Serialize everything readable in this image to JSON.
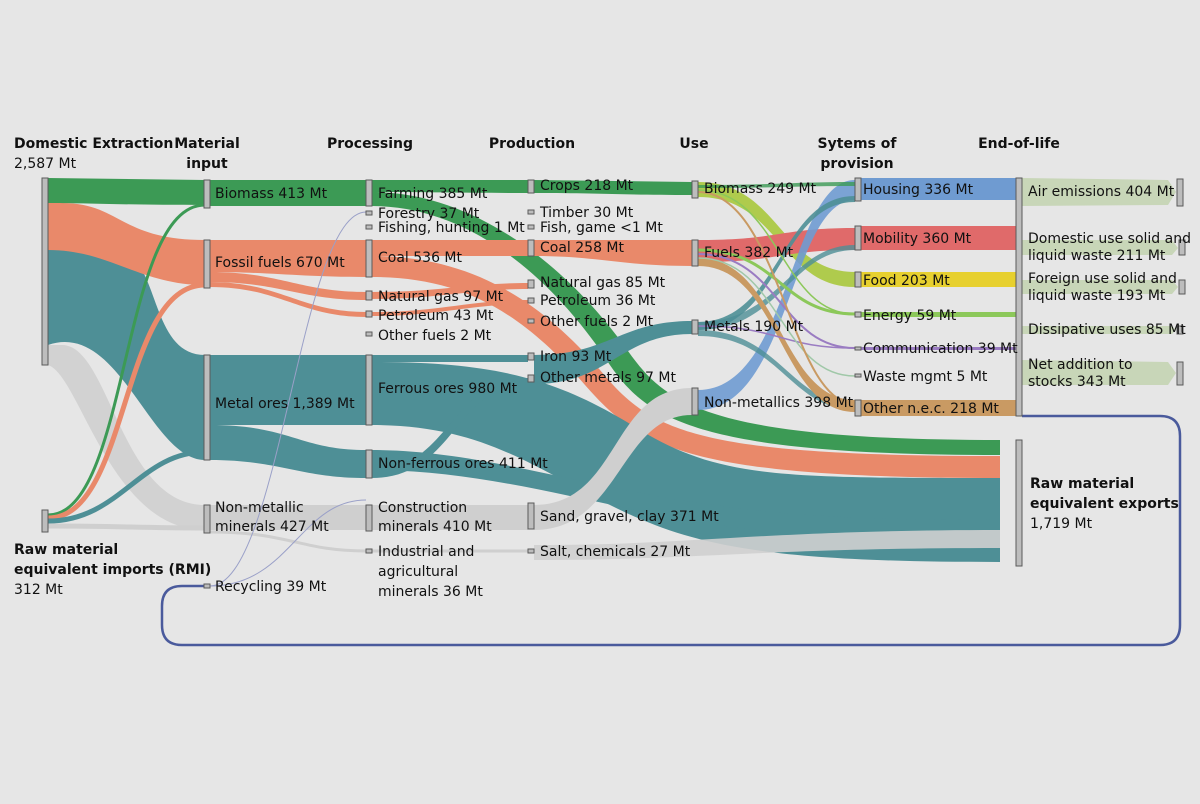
{
  "headers": {
    "domestic_extraction": "Domestic Extraction",
    "domestic_extraction_value": "2,587 Mt",
    "material_input_1": "Material",
    "material_input_2": "input",
    "processing": "Processing",
    "production": "Production",
    "use": "Use",
    "systems_1": "Sytems of",
    "systems_2": "provision",
    "end_of_life": "End-of-life"
  },
  "imports": {
    "line1": "Raw material",
    "line2": "equivalent imports (RMI)",
    "value": "312 Mt"
  },
  "material_input": {
    "biomass": "Biomass 413 Mt",
    "fossil": "Fossil fuels 670 Mt",
    "metal": "Metal ores 1,389 Mt",
    "nonmet_1": "Non-metallic",
    "nonmet_2": "minerals 427 Mt",
    "recycling": "Recycling 39 Mt"
  },
  "processing": {
    "farming": "Farming 385 Mt",
    "forestry": "Forestry 37 Mt",
    "fishing": "Fishing, hunting 1 Mt",
    "coal": "Coal 536 Mt",
    "natgas": "Natural gas 97 Mt",
    "petroleum": "Petroleum 43 Mt",
    "otherfuels": "Other fuels 2 Mt",
    "ferrous": "Ferrous ores 980 Mt",
    "nonferrous": "Non-ferrous ores 411 Mt",
    "construction_1": "Construction",
    "construction_2": "minerals 410 Mt",
    "industrial_1": "Industrial and",
    "industrial_2": "agricultural",
    "industrial_3": "minerals 36 Mt"
  },
  "production": {
    "crops": "Crops 218 Mt",
    "timber": "Timber 30 Mt",
    "fish": "Fish, game <1 Mt",
    "coal": "Coal 258 Mt",
    "natgas": "Natural gas 85 Mt",
    "petroleum": "Petroleum 36 Mt",
    "otherfuels": "Other fuels 2 Mt",
    "iron": "Iron 93 Mt",
    "othermetals": "Other metals 97 Mt",
    "sand": "Sand, gravel, clay 371 Mt",
    "salt": "Salt, chemicals 27 Mt"
  },
  "use": {
    "biomass": "Biomass 249 Mt",
    "fuels": "Fuels 382 Mt",
    "metals": "Metals 190 Mt",
    "nonmetallics": "Non-metallics 398 Mt"
  },
  "systems": {
    "housing": "Housing 336 Mt",
    "mobility": "Mobility 360 Mt",
    "food": "Food 203 Mt",
    "energy": "Energy 59 Mt",
    "communication": "Communication 39 Mt",
    "waste": "Waste mgmt 5 Mt",
    "other": "Other n.e.c. 218 Mt"
  },
  "end_of_life": {
    "air": "Air emissions 404 Mt",
    "domestic_1": "Domestic use solid and",
    "domestic_2": "liquid waste 211 Mt",
    "foreign_1": "Foreign use solid and",
    "foreign_2": "liquid waste 193 Mt",
    "dissipative": "Dissipative uses 85 Mt",
    "net_1": "Net addition to",
    "net_2": "stocks 343 Mt"
  },
  "exports": {
    "line1": "Raw material",
    "line2": "equivalent exports",
    "value": "1,719 Mt"
  },
  "colors": {
    "background": "#e6e6e6",
    "biomass": "#3c9a55",
    "fossil": "#e9896a",
    "metal": "#4e8f96",
    "nonmetallic": "#cfcfcf",
    "housing": "#6f9bd1",
    "mobility": "#e06a6a",
    "food": "#e7d02f",
    "energy": "#8cc85a",
    "communication": "#9a7cc2",
    "other": "#c99a63",
    "recycling_loop": "#4a5a9c"
  }
}
